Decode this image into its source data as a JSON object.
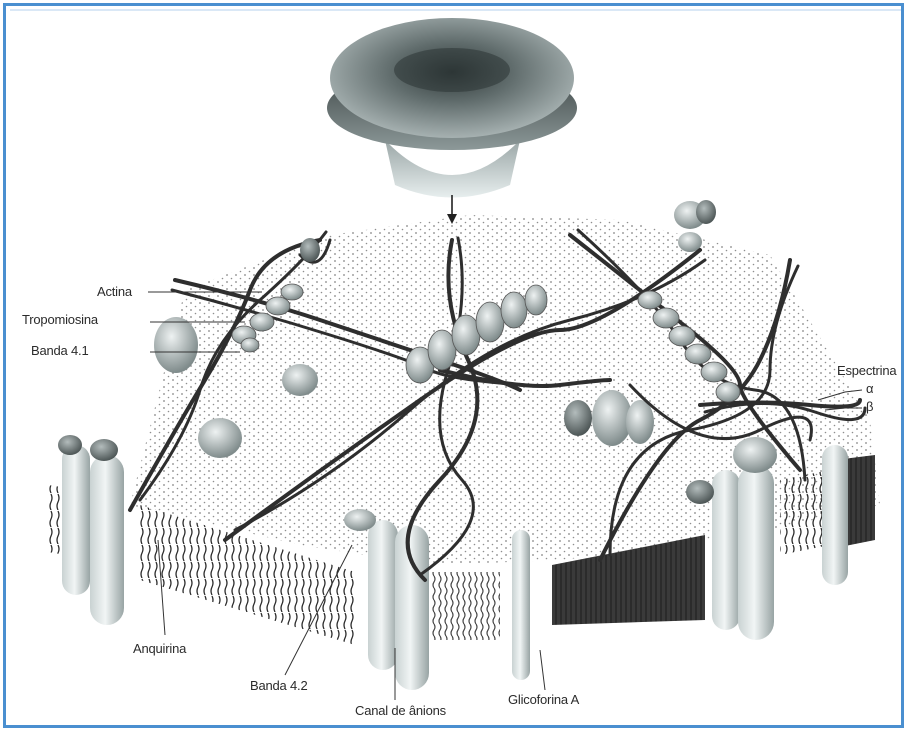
{
  "labels": {
    "actina": "Actina",
    "tropomiosina": "Tropomiosina",
    "banda_41": "Banda 4.1",
    "espectrina": "Espectrina",
    "alpha": "α",
    "beta": "β",
    "anquirina": "Anquirina",
    "banda_42": "Banda 4.2",
    "canal_anions": "Canal de ânions",
    "glicoforina": "Glicoforina A"
  },
  "colors": {
    "frame": "#4a8fd0",
    "strand": "#2e2e2e",
    "protein": "#b9c3c3",
    "cell": "#6f7a7a"
  }
}
